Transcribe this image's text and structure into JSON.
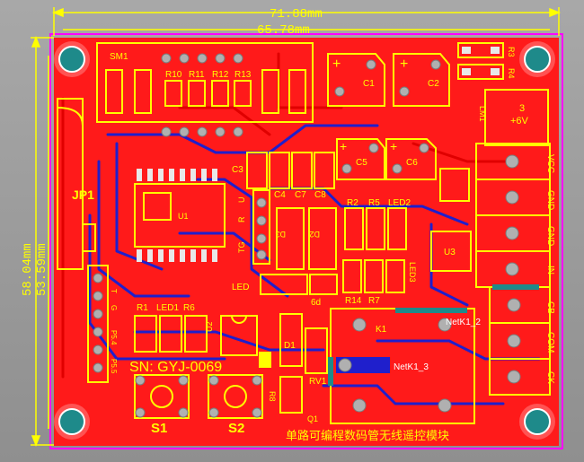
{
  "dimensions": {
    "outer_width": "71.88mm",
    "inner_width": "65.78mm",
    "outer_height": "58.04mm",
    "inner_height": "53.59mm"
  },
  "labels": {
    "sm1": "SM1",
    "r10": "R10",
    "r11": "R11",
    "r12": "R12",
    "r13": "R13",
    "c1": "C1",
    "c2": "C2",
    "c3": "C3",
    "c4": "C4",
    "c5": "C5",
    "c6": "C6",
    "c7": "C7",
    "c8": "C8",
    "r2": "R2",
    "r5": "R5",
    "led2": "LED2",
    "r3": "R3",
    "r4": "R4",
    "lm1": "LM1",
    "psu": "3\n+6V",
    "psu_top": "3",
    "psu_bottom": "+6V",
    "jp1": "JP1",
    "u1": "U1",
    "u2": "U2",
    "u3": "U3",
    "d2": "D2",
    "d3": "D3",
    "led1": "LED1",
    "led3": "LED3",
    "r1": "R1",
    "r6": "R6",
    "r7": "R7",
    "r14": "R14",
    "led": "LED",
    "d1": "D1",
    "rv1": "RV1",
    "r8": "R8",
    "q1": "Q1",
    "k1": "K1",
    "s1": "S1",
    "s2": "S2",
    "u_lbl": "U",
    "r_lbl": "R",
    "tg_lbl": "TG",
    "vcc": "VCC",
    "gnd1": "GND",
    "gnd2": "GND",
    "in": "IN",
    "cb": "CB",
    "com": "COM",
    "ck": "CK",
    "serial": "SN: GYJ-0069",
    "net1": "NetK1_2",
    "net2": "NetK1_3",
    "footer": "单路可编程数码管无线遥控模块",
    "hdr_t": "T",
    "hdr_g": "G",
    "hdr_p1": "P5.4",
    "hdr_p2": "P5.5",
    "sd": "6d"
  },
  "colors": {
    "copper": "#ff1a1a",
    "silkscreen": "#ffff00",
    "bottom_trace": "#1f1fcc",
    "board_edge": "#ff00ff",
    "mounting_hole": "#1e8a8a"
  }
}
